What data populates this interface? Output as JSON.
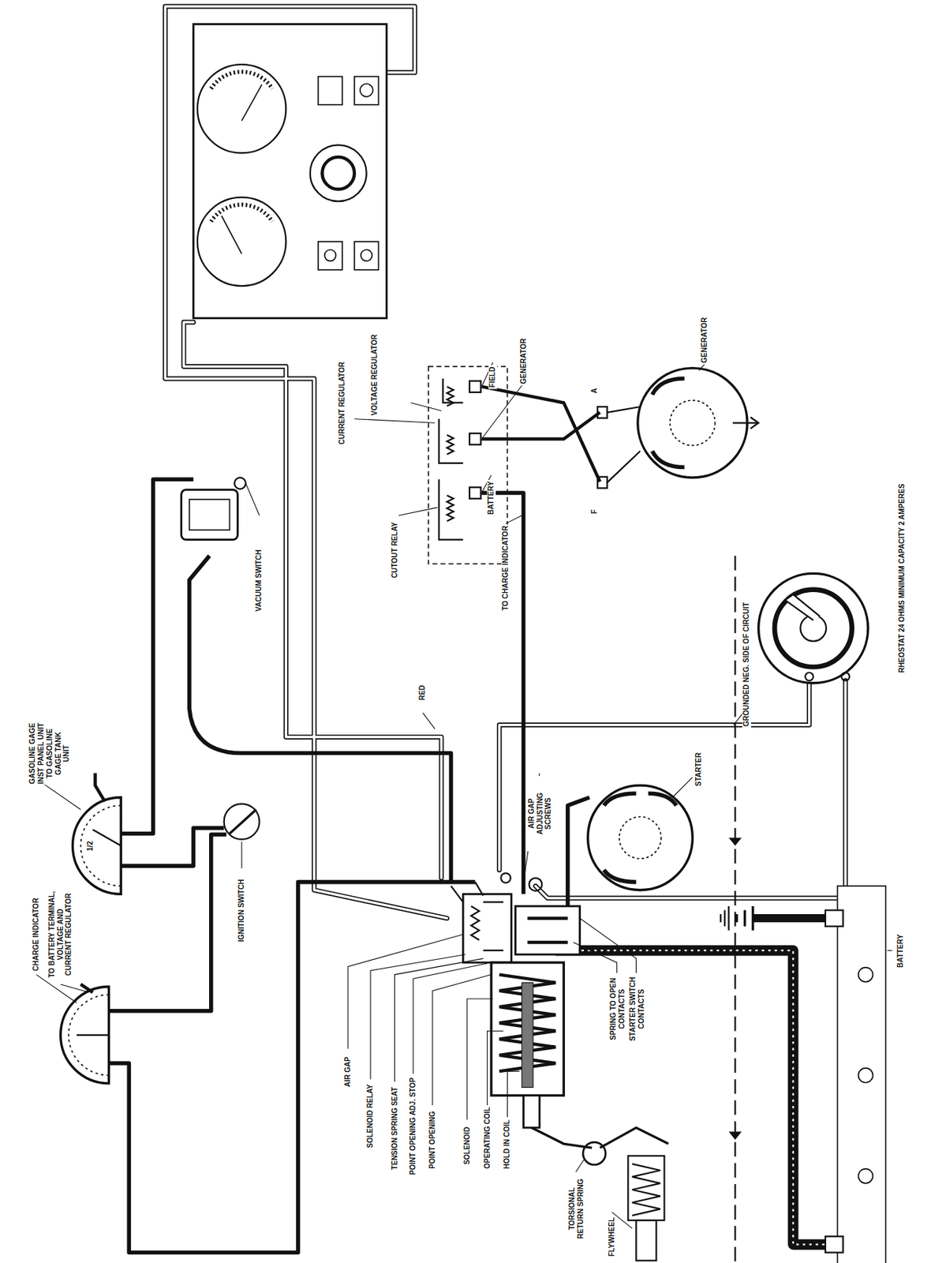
{
  "diagram": {
    "labels": [
      "CHARGE INDICATOR",
      "TO BATTERY TERMINAL, VOLTAGE AND CURRENT REGULATOR",
      "GASOLINE GAGE INST PANEL UNIT",
      "TO GASOLINE GAGE TANK UNIT",
      "1/2",
      "IGNITION SWITCH",
      "RED",
      "AIR GAP ADJUSTING SCREWS",
      "VACUUM SWITCH",
      "AIR GAP",
      "SOLENOID RELAY",
      "TENSION SPRING SEAT",
      "POINT OPENING ADJ. STOP",
      "POINT OPENING",
      "SOLENOID",
      "OPERATING COIL",
      "HOLD IN COIL",
      "SPRING TO OPEN CONTACTS",
      "STARTER SWITCH CONTACTS",
      "TORSIONAL RETURN SPRING",
      "FLYWHEEL",
      "STARTER",
      "BATTERY",
      "GROUNDED NEG. SIDE OF CIRCUIT",
      "RHEOSTAT 24 OHMS MINIMUM CAPACITY 2 AMPERES",
      "CUTOUT RELAY",
      "TO CHARGE INDICATOR",
      "BATTERY",
      "GENERATOR",
      "FIELD",
      "CURRENT REGULATOR",
      "VOLTAGE REGULATOR",
      "GENERATOR",
      "A",
      "F"
    ]
  }
}
